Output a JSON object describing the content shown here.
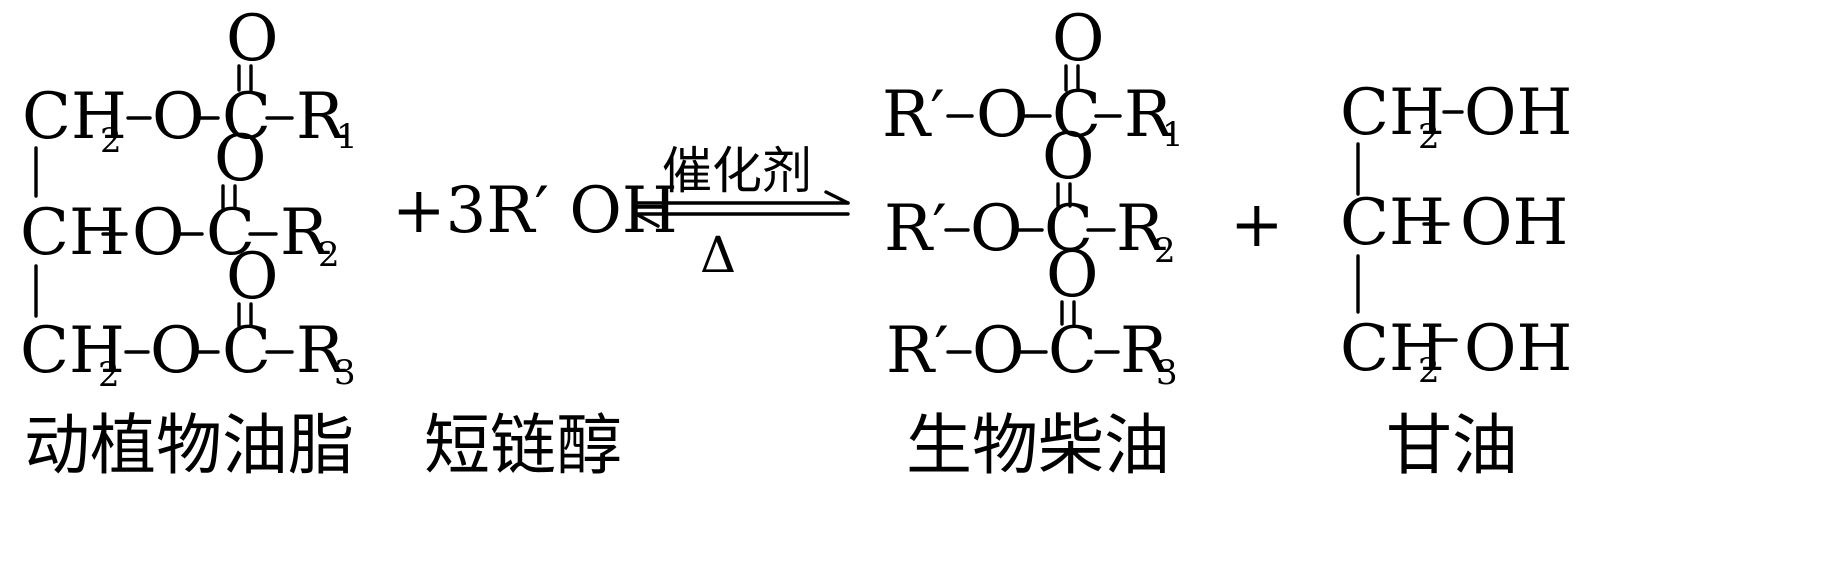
{
  "reactant_fat": {
    "name": "动植物油脂",
    "ch2": "CH",
    "ch": "CH",
    "two": "2",
    "o": "O",
    "c": "C",
    "r": "R",
    "r1": "1",
    "r2": "2",
    "r3": "3"
  },
  "reactant_alcohol": {
    "name": "短链醇",
    "formula": "+3R′ OH"
  },
  "arrow": {
    "above": "催化剂",
    "below": "Δ"
  },
  "product_biodiesel": {
    "name": "生物柴油",
    "rprime": "R′",
    "o": "O",
    "c": "C",
    "r": "R",
    "r1": "1",
    "r2": "2",
    "r3": "3"
  },
  "plus": "+",
  "product_glycerol": {
    "name": "甘油",
    "ch2": "CH",
    "ch": "CH",
    "two": "2",
    "oh": "OH"
  }
}
